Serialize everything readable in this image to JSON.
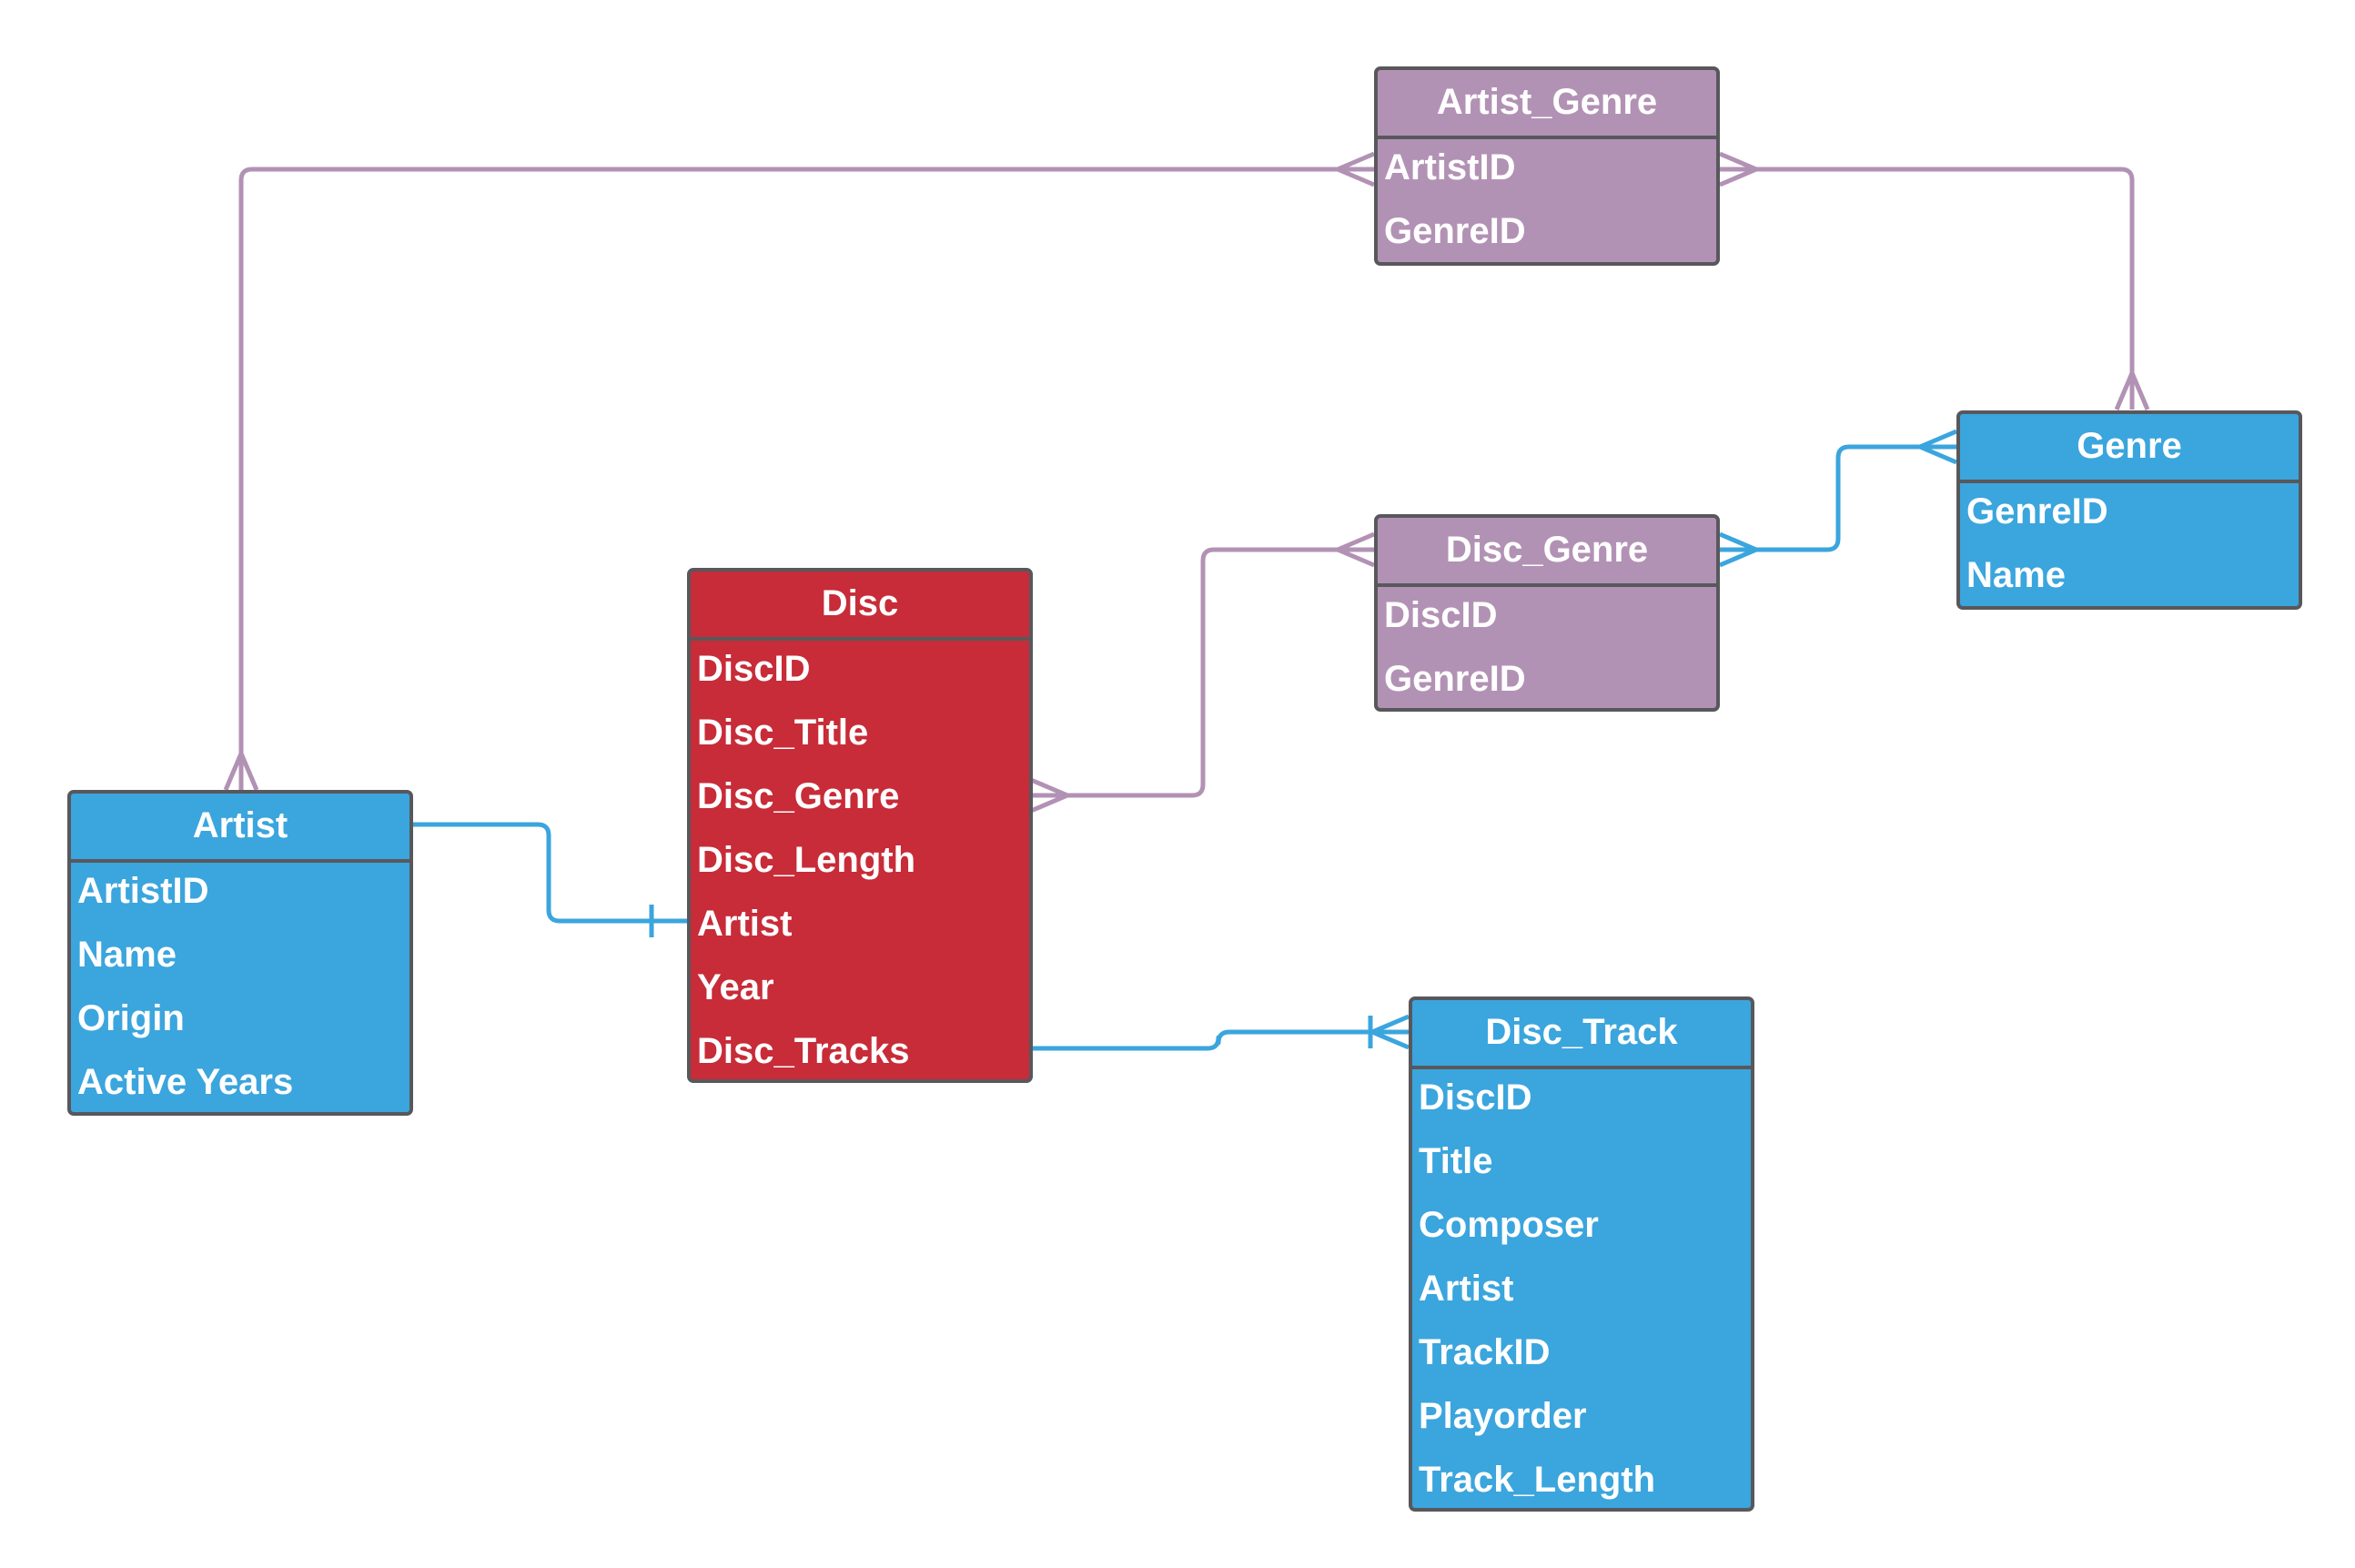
{
  "colors": {
    "blue_entity": "#3ba5dd",
    "red_entity": "#c72c38",
    "purple_entity": "#b292b4",
    "border": "#58585c",
    "blue_link": "#3ba5dd",
    "purple_link": "#b292b4"
  },
  "entities": {
    "artist_genre": {
      "title": "Artist_Genre",
      "fields": [
        "ArtistID",
        "GenreID"
      ]
    },
    "genre": {
      "title": "Genre",
      "fields": [
        "GenreID",
        "Name"
      ]
    },
    "disc_genre": {
      "title": "Disc_Genre",
      "fields": [
        "DiscID",
        "GenreID"
      ]
    },
    "disc": {
      "title": "Disc",
      "fields": [
        "DiscID",
        "Disc_Title",
        "Disc_Genre",
        "Disc_Length",
        "Artist",
        "Year",
        "Disc_Tracks"
      ]
    },
    "artist": {
      "title": "Artist",
      "fields": [
        "ArtistID",
        "Name",
        "Origin",
        "Active Years"
      ]
    },
    "disc_track": {
      "title": "Disc_Track",
      "fields": [
        "DiscID",
        "Title",
        "Composer",
        "Artist",
        "TrackID",
        "Playorder",
        "Track_Length"
      ]
    }
  },
  "relationships": [
    {
      "from": "artist",
      "to": "artist_genre",
      "from_end": "many",
      "to_end": "many"
    },
    {
      "from": "artist_genre",
      "to": "genre",
      "from_end": "many",
      "to_end": "many"
    },
    {
      "from": "disc",
      "to": "disc_genre",
      "from_end": "many",
      "to_end": "many"
    },
    {
      "from": "disc_genre",
      "to": "genre",
      "from_end": "many",
      "to_end": "many"
    },
    {
      "from": "artist",
      "to": "disc",
      "from_end": "none",
      "to_end": "one"
    },
    {
      "from": "disc",
      "to": "disc_track",
      "from_end": "none",
      "to_end": "one-or-many"
    }
  ]
}
